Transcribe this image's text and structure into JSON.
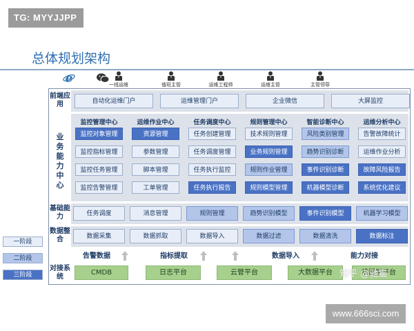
{
  "watermark_top": "TG: MYYJJPP",
  "watermark_bottom": "www.666sci.com",
  "title": "总体规划架构",
  "users": [
    "一线运维",
    "值班主管",
    "运维工程师",
    "运维主管",
    "主管领导"
  ],
  "frontend": {
    "label": "前端应用",
    "items": [
      "自动化运维门户",
      "运维管理门户",
      "企业微信",
      "大屏监控"
    ]
  },
  "business": {
    "label": "业务能力中心",
    "columns": [
      {
        "head": "监控管理中心",
        "items": [
          {
            "text": "监控对象管理",
            "stage": 3
          },
          {
            "text": "监控指标管理",
            "stage": 1
          },
          {
            "text": "监控任务管理",
            "stage": 1
          },
          {
            "text": "监控告警管理",
            "stage": 1
          }
        ]
      },
      {
        "head": "运维作业中心",
        "items": [
          {
            "text": "资源管理",
            "stage": 3
          },
          {
            "text": "参数管理",
            "stage": 1
          },
          {
            "text": "脚本管理",
            "stage": 1
          },
          {
            "text": "工单管理",
            "stage": 1
          }
        ]
      },
      {
        "head": "任务调度中心",
        "items": [
          {
            "text": "任务创建管理",
            "stage": 1
          },
          {
            "text": "任务调度管理",
            "stage": 1
          },
          {
            "text": "任务执行监控",
            "stage": 1
          },
          {
            "text": "任务执行报告",
            "stage": 3
          }
        ]
      },
      {
        "head": "规则管理中心",
        "items": [
          {
            "text": "技术规则管理",
            "stage": 1
          },
          {
            "text": "业务规则管理",
            "stage": 3
          },
          {
            "text": "规则作业管理",
            "stage": 2
          },
          {
            "text": "规则模型管理",
            "stage": 3
          }
        ]
      },
      {
        "head": "智能诊断中心",
        "items": [
          {
            "text": "风险类别管理",
            "stage": 2
          },
          {
            "text": "趋势识别诊断",
            "stage": 2
          },
          {
            "text": "事件识别诊断",
            "stage": 3
          },
          {
            "text": "机器模型诊断",
            "stage": 3
          }
        ]
      },
      {
        "head": "运维分析中心",
        "items": [
          {
            "text": "告警故障统计",
            "stage": 1
          },
          {
            "text": "运维作业分析",
            "stage": 1
          },
          {
            "text": "故障风险报告",
            "stage": 3
          },
          {
            "text": "系统优化建议",
            "stage": 3
          }
        ]
      }
    ]
  },
  "basic": {
    "label": "基础能力",
    "items": [
      {
        "text": "任务调度",
        "stage": 1
      },
      {
        "text": "消息管理",
        "stage": 1
      },
      {
        "text": "规则管理",
        "stage": 2
      },
      {
        "text": "趋势识别模型",
        "stage": 2
      },
      {
        "text": "事件识别模型",
        "stage": 3
      },
      {
        "text": "机器学习模型",
        "stage": 2
      }
    ]
  },
  "data": {
    "label": "数据整合",
    "items": [
      {
        "text": "数据采集",
        "stage": 1
      },
      {
        "text": "数据抓取",
        "stage": 1
      },
      {
        "text": "数据导入",
        "stage": 1
      },
      {
        "text": "数据过滤",
        "stage": 2
      },
      {
        "text": "数据清洗",
        "stage": 2
      },
      {
        "text": "数据标注",
        "stage": 3
      }
    ]
  },
  "flows": [
    "告警数据",
    "指标提取",
    "数据导入",
    "能力对接"
  ],
  "systems": {
    "label": "对接系统",
    "items": [
      "CMDB",
      "日志平台",
      "云管平台",
      "大数据平台",
      "机器学平台"
    ]
  },
  "legend": [
    "一阶段",
    "二阶段",
    "三阶段"
  ],
  "overlay_watermark": "知乎 @驰猫",
  "colors": {
    "stage1": "#e8eef8",
    "stage2": "#b3c6ea",
    "stage3": "#4a72c4",
    "system": "#a8d08d",
    "title": "#2f6fb3"
  }
}
